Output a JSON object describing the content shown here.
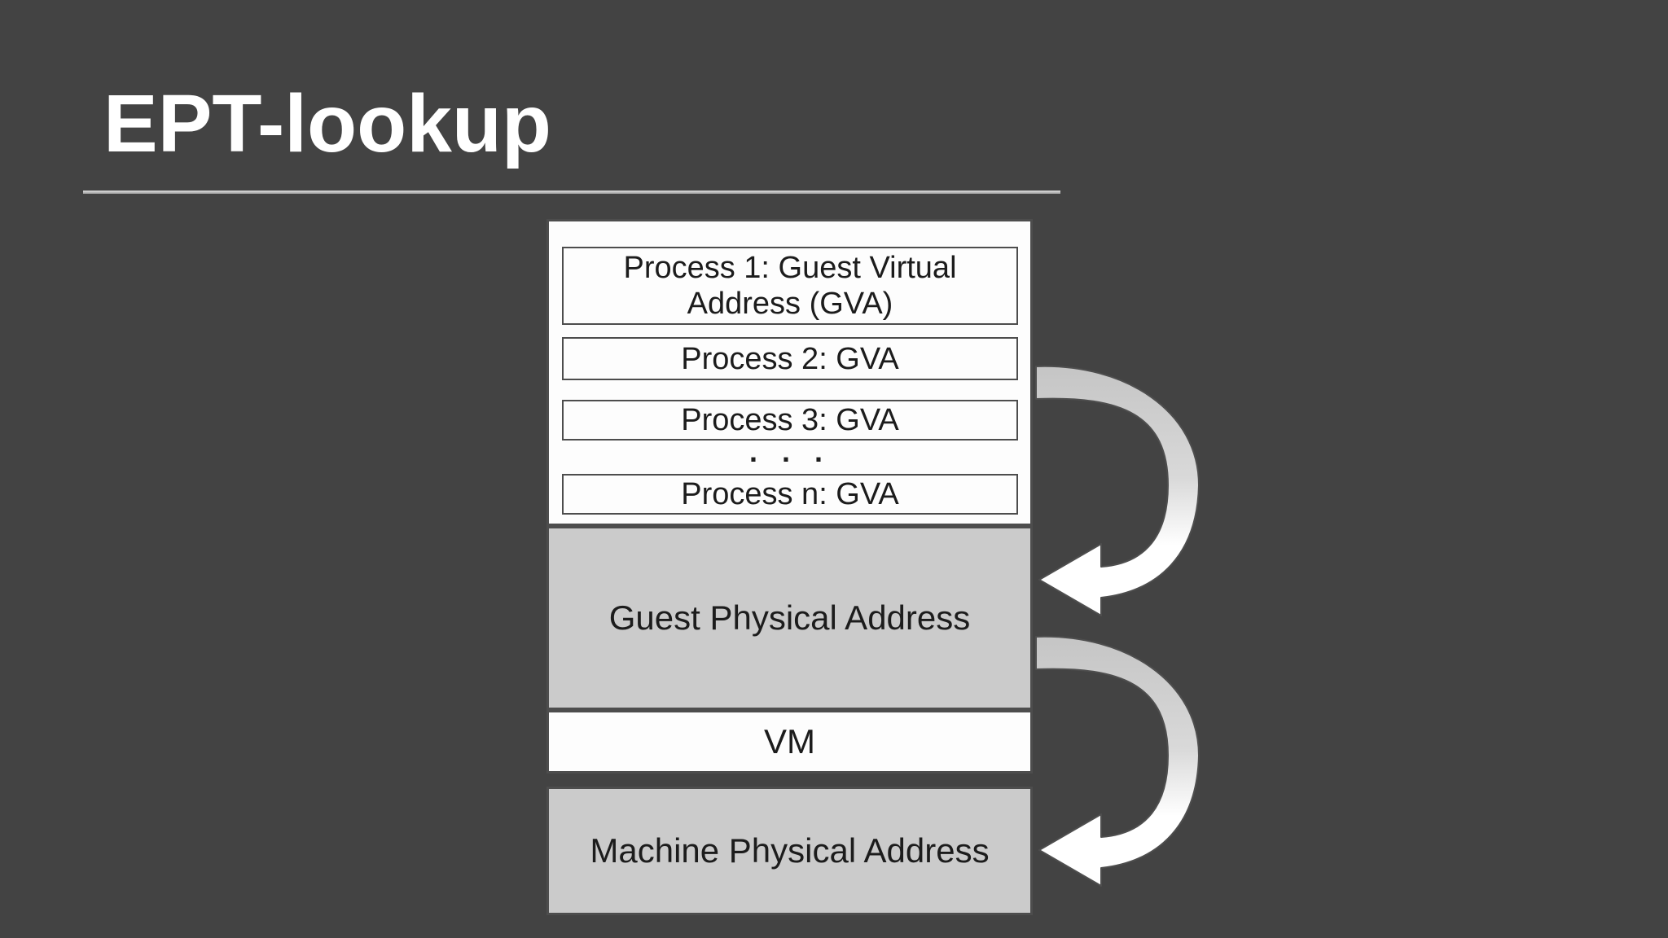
{
  "slide": {
    "title": "EPT-lookup"
  },
  "diagram": {
    "process_stack": {
      "process1": "Process 1: Guest Virtual Address (GVA)",
      "process2": "Process 2: GVA",
      "process3": "Process 3: GVA",
      "ellipsis": ". . .",
      "processN": "Process n: GVA"
    },
    "guest_physical": "Guest Physical Address",
    "vm": "VM",
    "machine_physical": "Machine Physical Address",
    "arrows": [
      {
        "name": "gva-to-guest-physical-arrow",
        "from": "process stack",
        "to": "Guest Physical Address"
      },
      {
        "name": "guest-physical-to-machine-physical-arrow",
        "from": "Guest Physical Address",
        "to": "Machine Physical Address"
      }
    ]
  },
  "colors": {
    "background": "#434343",
    "title_text": "#ffffff",
    "title_rule": "#b5b5b5",
    "box_white_fill": "#fdfdfd",
    "box_gray_fill": "#cbcbcb",
    "box_border": "#4d4d4d",
    "label_text": "#1c1c1c",
    "arrow_top": "#c6c6c6",
    "arrow_bottom": "#ffffff"
  }
}
